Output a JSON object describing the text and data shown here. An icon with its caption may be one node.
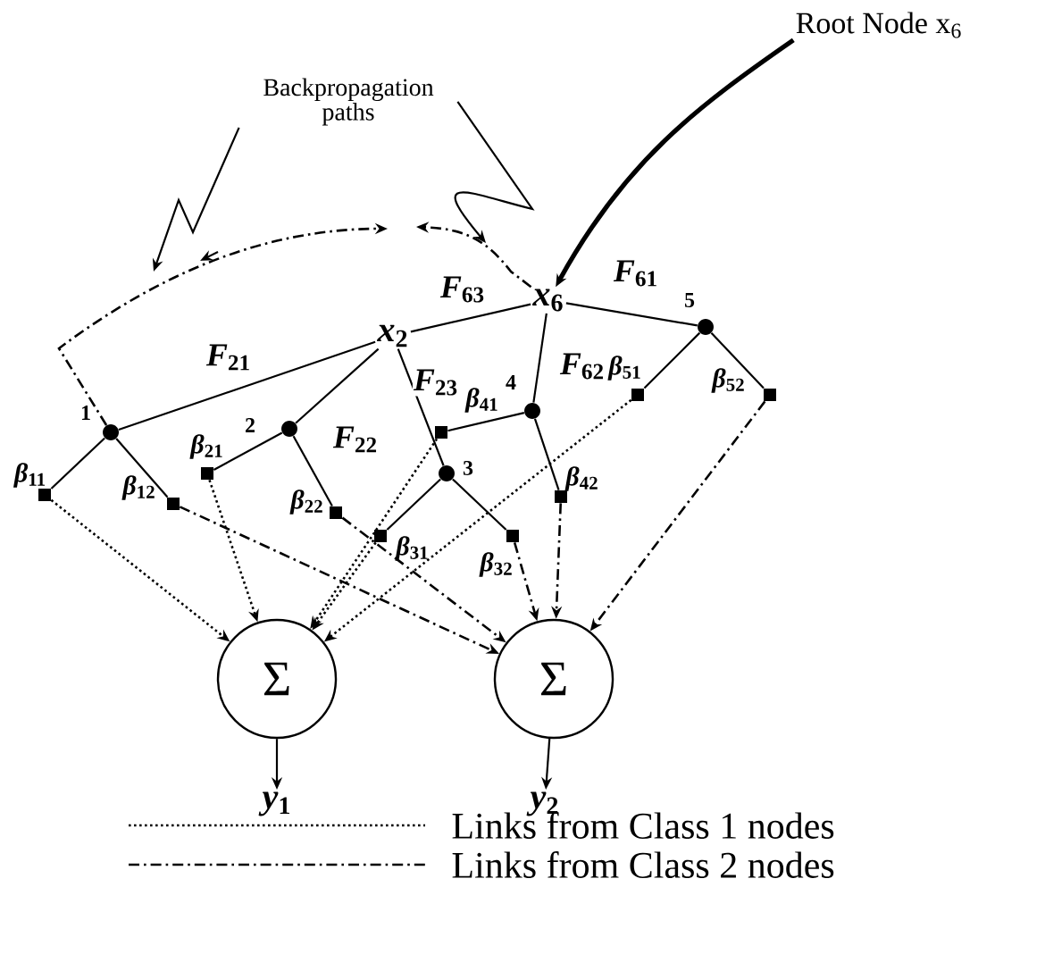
{
  "diagram": {
    "nodes": [
      {
        "text": [
          "*x*$_{6}$"
        ]
      },
      {
        "text": [
          "*x*$_{2}$"
        ]
      },
      {
        "text": [],
        "shape": "circle",
        "beside": [
          "1"
        ]
      },
      {
        "text": [],
        "shape": "circle",
        "beside": [
          "2"
        ]
      },
      {
        "text": [],
        "shape": "circle",
        "beside": [
          "3"
        ]
      },
      {
        "text": [],
        "shape": "circle",
        "beside": [
          "4"
        ]
      },
      {
        "text": [],
        "shape": "circle",
        "beside": [
          "5"
        ]
      },
      {
        "text": [],
        "shape": "box",
        "beside": [
          "*β*$_{11}$"
        ]
      },
      {
        "text": [],
        "shape": "box",
        "beside": [
          "*β*$_{12}$"
        ]
      },
      {
        "text": [],
        "shape": "box",
        "beside": [
          "*β*$_{21}$"
        ]
      },
      {
        "text": [],
        "shape": "box",
        "beside": [
          "*β*$_{22}$"
        ]
      },
      {
        "text": [],
        "shape": "box",
        "beside": [
          "*β*$_{31}$"
        ]
      },
      {
        "text": [],
        "shape": "box",
        "beside": [
          "*β*$_{32}$"
        ]
      },
      {
        "text": [],
        "shape": "box",
        "beside": [
          "*β*$_{41}$"
        ]
      },
      {
        "text": [],
        "shape": "box",
        "beside": [
          "*β*$_{42}$"
        ]
      },
      {
        "text": [],
        "shape": "box",
        "beside": [
          "*β*$_{51}$"
        ]
      },
      {
        "text": [],
        "shape": "box",
        "beside": [
          "*β*$_{52}$"
        ]
      },
      {
        "text": [
          "Σ"
        ]
      },
      {
        "text": [
          "Σ"
        ]
      },
      {
        "text": [
          "*y*$_{1}$"
        ]
      },
      {
        "text": [
          "*y*$_{2}$"
        ]
      },
      {
        "text": [
          "Backpropagation paths"
        ]
      },
      {
        "text": [
          "Root Node x$_{6}$"
        ]
      }
    ],
    "edges": [
      {
        "from": 0,
        "to": 1,
        "arrow": "none",
        "label": "*F*$_{63}$"
      },
      {
        "from": 0,
        "to": 5,
        "arrow": "none",
        "label": "*F*$_{62}$"
      },
      {
        "from": 0,
        "to": 6,
        "arrow": "none",
        "label": "*F*$_{61}$"
      },
      {
        "from": 1,
        "to": 2,
        "arrow": "none",
        "label": "*F*$_{21}$"
      },
      {
        "from": 1,
        "to": 3,
        "arrow": "none",
        "label": "*F*$_{22}$"
      },
      {
        "from": 1,
        "to": 4,
        "arrow": "none",
        "label": "*F*$_{23}$"
      },
      {
        "from": 2,
        "to": 7,
        "arrow": "none"
      },
      {
        "from": 2,
        "to": 8,
        "arrow": "none"
      },
      {
        "from": 3,
        "to": 9,
        "arrow": "none"
      },
      {
        "from": 3,
        "to": 10,
        "arrow": "none"
      },
      {
        "from": 4,
        "to": 11,
        "arrow": "none"
      },
      {
        "from": 4,
        "to": 12,
        "arrow": "none"
      },
      {
        "from": 5,
        "to": 13,
        "arrow": "none"
      },
      {
        "from": 5,
        "to": 14,
        "arrow": "none"
      },
      {
        "from": 6,
        "to": 15,
        "arrow": "none"
      },
      {
        "from": 6,
        "to": 16,
        "arrow": "none"
      },
      {
        "from": 7,
        "to": 17,
        "arrow": "to",
        "style": "dashed"
      },
      {
        "from": 9,
        "to": 17,
        "arrow": "to",
        "style": "dashed"
      },
      {
        "from": 11,
        "to": 17,
        "arrow": "to",
        "style": "dashed"
      },
      {
        "from": 13,
        "to": 17,
        "arrow": "to",
        "style": "dashed"
      },
      {
        "from": 15,
        "to": 17,
        "arrow": "to",
        "style": "dashed"
      },
      {
        "from": 8,
        "to": 18,
        "arrow": "to",
        "style": "dashed"
      },
      {
        "from": 10,
        "to": 18,
        "arrow": "to",
        "style": "dashed"
      },
      {
        "from": 12,
        "to": 18,
        "arrow": "to",
        "style": "dashed"
      },
      {
        "from": 14,
        "to": 18,
        "arrow": "to",
        "style": "dashed"
      },
      {
        "from": 16,
        "to": 18,
        "arrow": "to",
        "style": "dashed"
      },
      {
        "from": 17,
        "to": 19,
        "arrow": "to"
      },
      {
        "from": 18,
        "to": 20,
        "arrow": "to"
      },
      {
        "from": 2,
        "to": null,
        "arrow": "to",
        "style": "dashed"
      },
      {
        "from": 0,
        "to": null,
        "arrow": "to",
        "style": "dashed"
      },
      {
        "from": 21,
        "to": null,
        "arrow": "to"
      },
      {
        "from": 21,
        "to": null,
        "arrow": "to"
      },
      {
        "from": 22,
        "to": 0,
        "arrow": "to",
        "style": "thick"
      }
    ],
    "legend": [
      {
        "text": "Links from Class 1 nodes"
      },
      {
        "text": "Links from Class 2 nodes"
      }
    ]
  }
}
